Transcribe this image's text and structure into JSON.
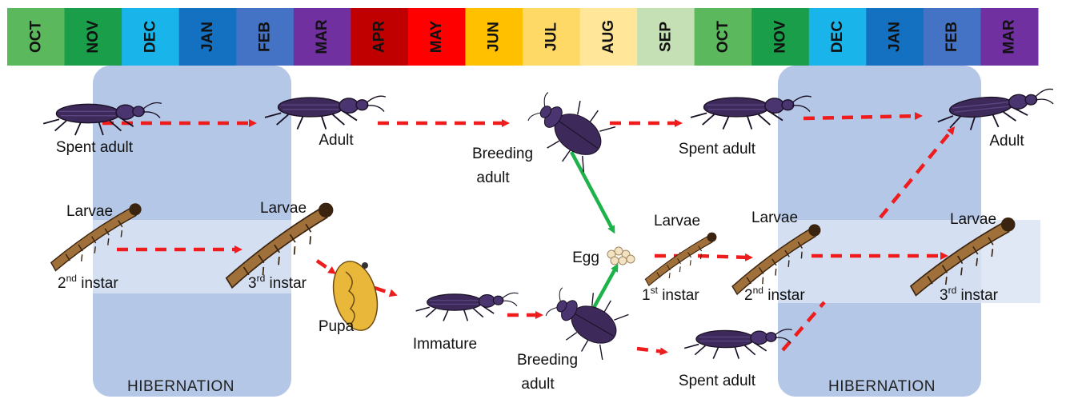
{
  "months": [
    {
      "label": "OCT",
      "color": "#5cb85c"
    },
    {
      "label": "NOV",
      "color": "#1a9e4a"
    },
    {
      "label": "DEC",
      "color": "#19b4ea"
    },
    {
      "label": "JAN",
      "color": "#1470c0"
    },
    {
      "label": "FEB",
      "color": "#4472c4"
    },
    {
      "label": "MAR",
      "color": "#7030a0"
    },
    {
      "label": "APR",
      "color": "#c00000"
    },
    {
      "label": "MAY",
      "color": "#ff0000"
    },
    {
      "label": "JUN",
      "color": "#ffc000"
    },
    {
      "label": "JUL",
      "color": "#ffd966"
    },
    {
      "label": "AUG",
      "color": "#ffe699"
    },
    {
      "label": "SEP",
      "color": "#c5e0b4"
    },
    {
      "label": "OCT",
      "color": "#5cb85c"
    },
    {
      "label": "NOV",
      "color": "#1a9e4a"
    },
    {
      "label": "DEC",
      "color": "#19b4ea"
    },
    {
      "label": "JAN",
      "color": "#1470c0"
    },
    {
      "label": "FEB",
      "color": "#4472c4"
    },
    {
      "label": "MAR",
      "color": "#7030a0"
    }
  ],
  "hibernation": {
    "label": "HIBERNATION",
    "color": "#b4c7e7"
  },
  "labels": {
    "spent_adult_1": "Spent adult",
    "adult_1": "Adult",
    "breeding_adult_top_1": "Breeding",
    "breeding_adult_top_2": "adult",
    "spent_adult_2": "Spent adult",
    "adult_2": "Adult",
    "larvae_1": "Larvae",
    "larvae_2": "Larvae",
    "larvae_3": "Larvae",
    "larvae_4": "Larvae",
    "larvae_5": "Larvae",
    "instar_2nd_a": "2",
    "instar_3rd_a": "3",
    "instar_1st": "1",
    "instar_2nd_b": "2",
    "instar_3rd_b": "3",
    "sup_nd": "nd",
    "sup_rd": "rd",
    "sup_st": "st",
    "instar_word": " instar",
    "pupa": "Pupa",
    "egg": "Egg",
    "immature": "Immature",
    "breeding_adult_bottom_1": "Breeding",
    "breeding_adult_bottom_2": "adult",
    "spent_adult_3": "Spent adult"
  },
  "colors": {
    "arrow_red": "#ee1c1c",
    "arrow_green": "#1db34a",
    "beetle": "#3d2a5a",
    "larva": "#a0703a",
    "pupa": "#e9b83a",
    "egg": "#f3e3c3"
  }
}
